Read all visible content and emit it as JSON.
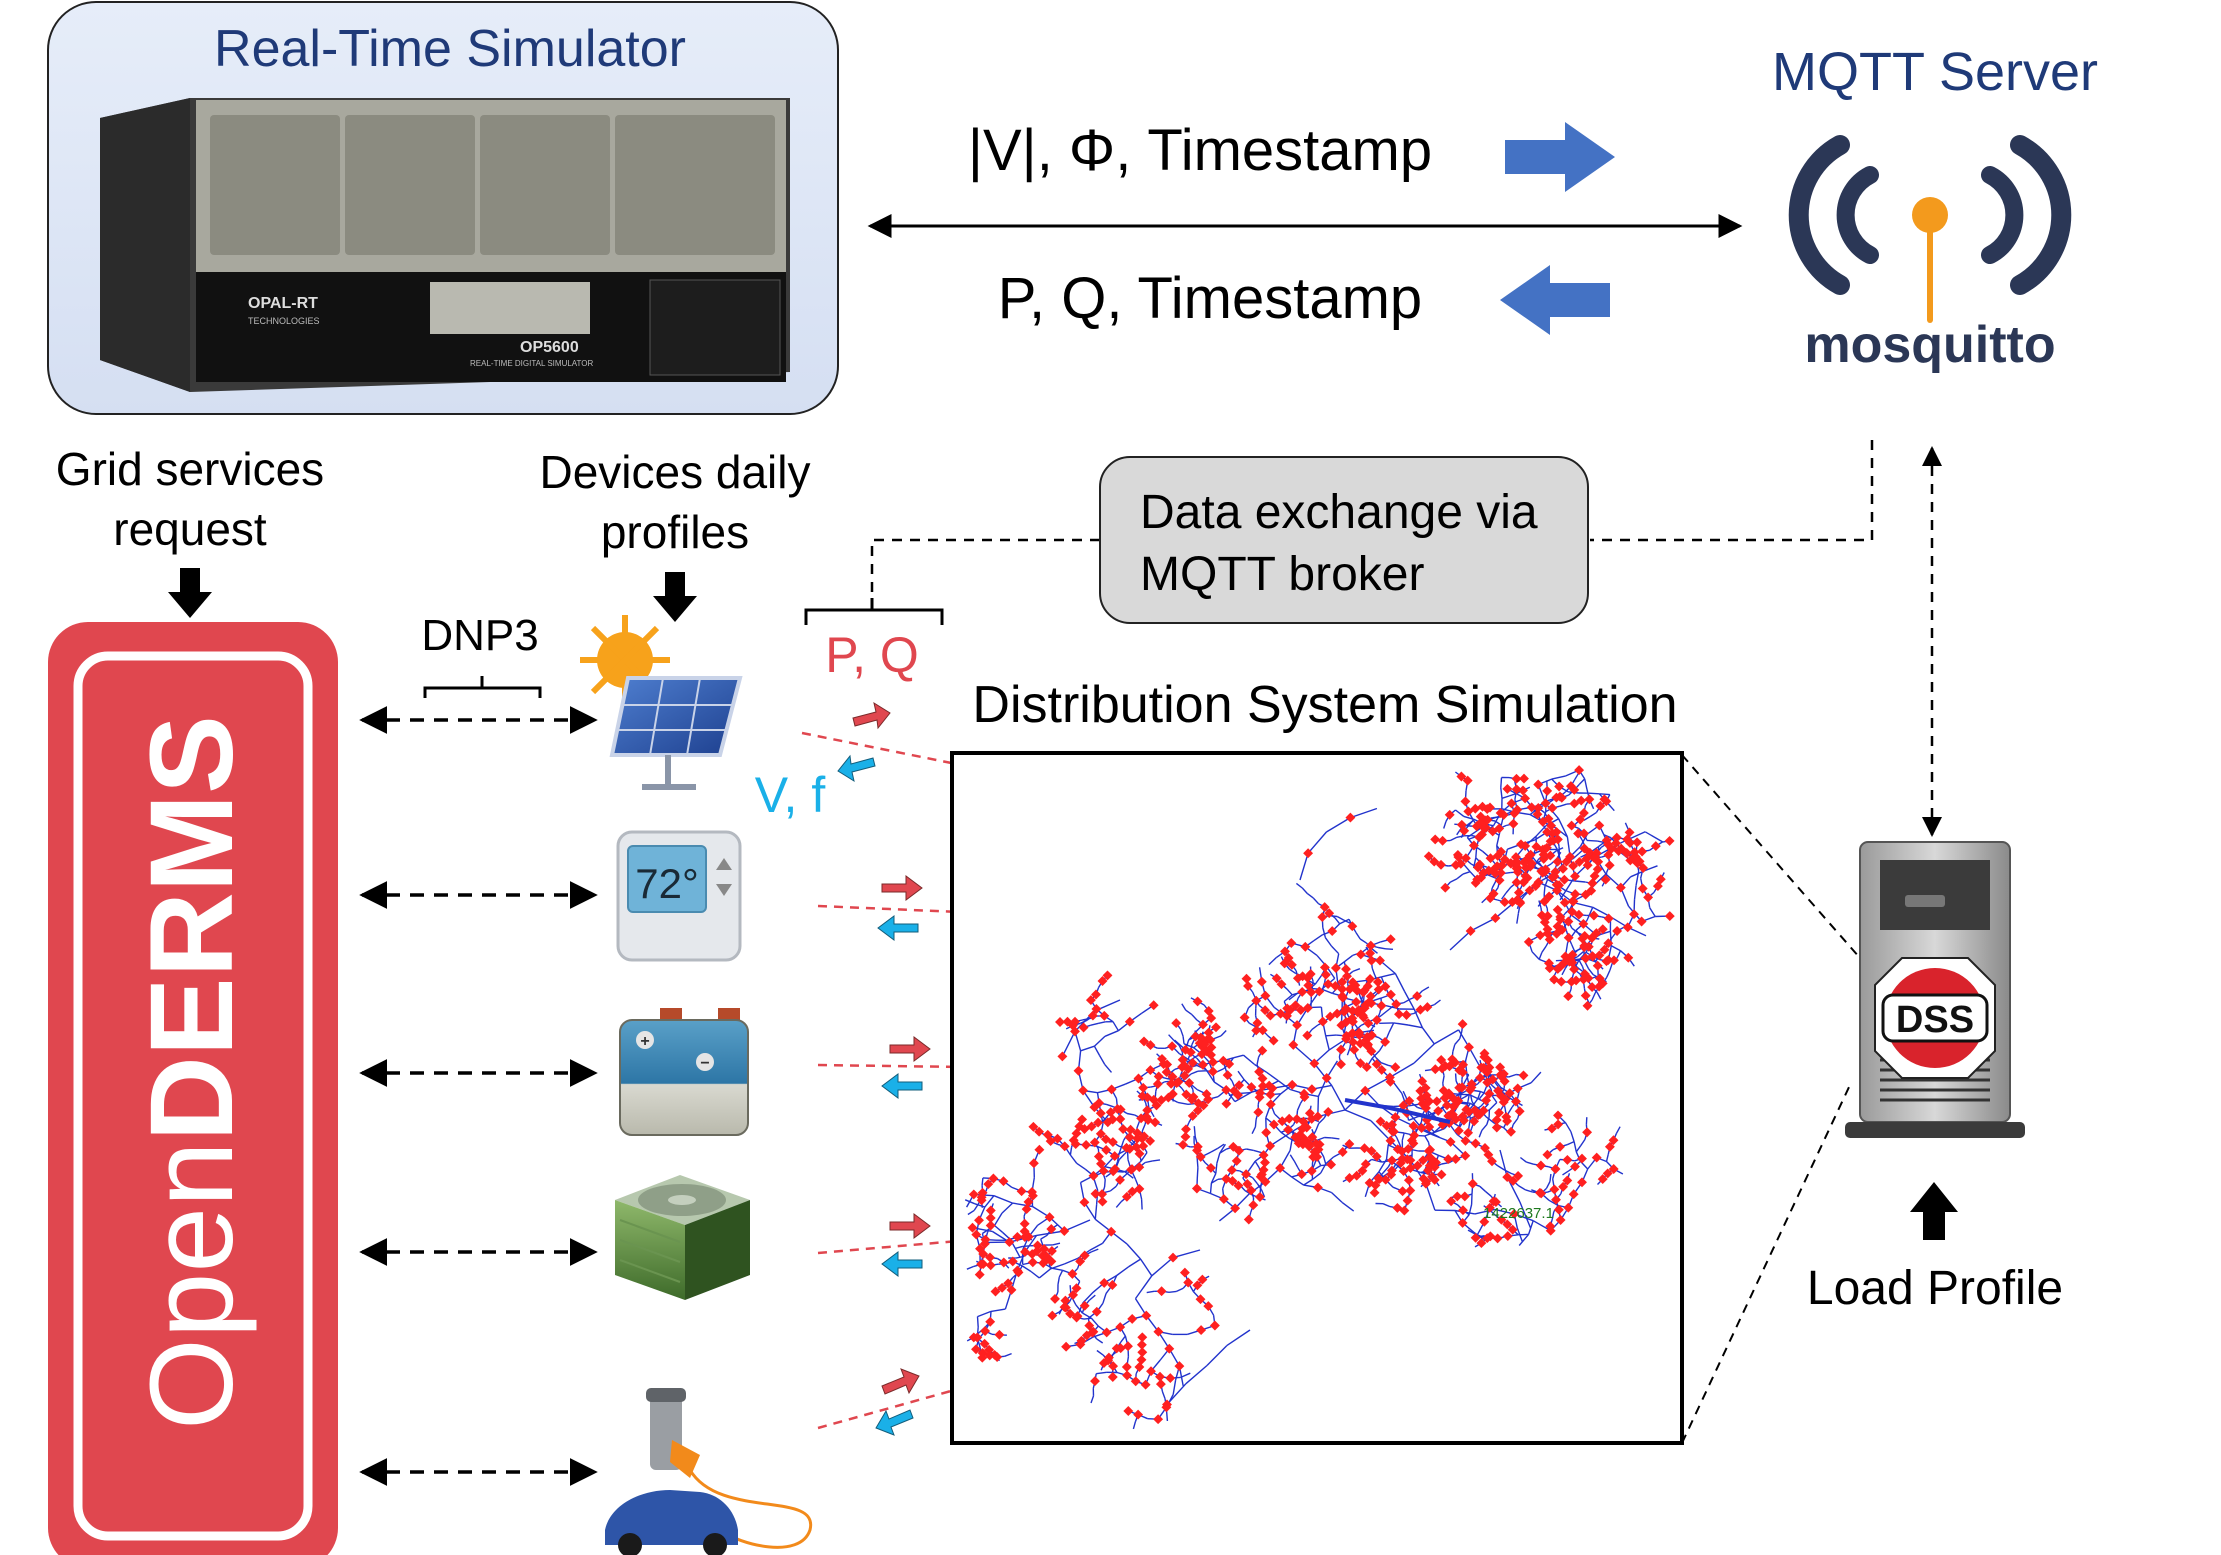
{
  "simulator": {
    "title": "Real-Time Simulator",
    "brand": "OPAL-RT",
    "brand_sub": "TECHNOLOGIES",
    "model": "OP5600",
    "model_sub": "REAL-TIME DIGITAL SIMULATOR"
  },
  "mqtt": {
    "title": "MQTT Server",
    "logo_text_a": "mosq",
    "logo_text_b": "uitto"
  },
  "link": {
    "to_server": "|V|, Φ, Timestamp",
    "to_simulator": "P, Q, Timestamp"
  },
  "derms": {
    "name_light": "Open",
    "name_bold": "DERMS"
  },
  "labels": {
    "grid_services_line1": "Grid services",
    "grid_services_line2": "request",
    "device_profiles_line1": "Devices daily",
    "device_profiles_line2": "profiles",
    "dnp3": "DNP3",
    "pq": "P, Q",
    "vf": "V, f",
    "data_exchange_line1": "Data exchange via",
    "data_exchange_line2": "MQTT broker",
    "distribution_title": "Distribution System Simulation",
    "load_profile": "Load Profile",
    "dss_badge": "DSS",
    "thermostat_reading": "72°",
    "node_label": "1422637.1"
  },
  "colors": {
    "derms_red": "#e0474f",
    "arrow_blue": "#4472c4",
    "pq_red": "#e0474f",
    "vf_blue": "#1ab0e8",
    "simulator_panel": "#dde6f6",
    "feeder_line": "#2233cc",
    "feeder_node": "#ff2020"
  }
}
